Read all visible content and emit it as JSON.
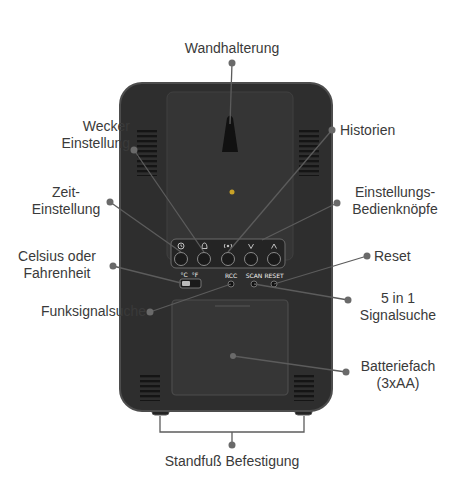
{
  "diagram": {
    "labels": [
      "Wandhalterung",
      "Wecker Einstellung",
      "Historien",
      "Zeit- Einstellung",
      "Einstellungs- Bedienknöpfe",
      "Celsius oder Fahrenheit",
      "Reset",
      "Funksignalsuche",
      "5 in 1 Signalsuche",
      "Batteriefach (3xAA)",
      "Standfuß Befestigung",
      "°C",
      "°F",
      "RCC",
      "SCAN",
      "RESET"
    ]
  }
}
